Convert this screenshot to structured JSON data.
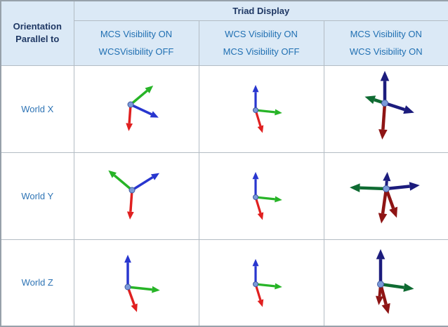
{
  "header": {
    "corner_line1": "Orientation",
    "corner_line2": "Parallel to",
    "group": "Triad Display",
    "columns": [
      {
        "line1": "MCS Visibility ON",
        "line2": "WCSVisibility OFF"
      },
      {
        "line1": "WCS Visibility ON",
        "line2": "MCS Visibility OFF"
      },
      {
        "line1": "MCS Visibility ON",
        "line2": "WCS Visibility ON"
      }
    ]
  },
  "rows": [
    {
      "label": "World X",
      "triads": [
        "mcs_x",
        "wcs",
        "both_x"
      ]
    },
    {
      "label": "World Y",
      "triads": [
        "mcs_y",
        "wcs",
        "both_y"
      ]
    },
    {
      "label": "World Z",
      "triads": [
        "mcs_z",
        "wcs",
        "both_z"
      ]
    }
  ],
  "colors": {
    "red": "#e02020",
    "green": "#27b427",
    "blue": "#2836cf",
    "dark_red": "#8e1414",
    "dark_green": "#0f6b32",
    "navy": "#1c1c7d",
    "dot_fill": "#7a9ad9",
    "dot_stroke": "#41589e",
    "header_bg": "#dbe9f6",
    "header_text": "#1f3864",
    "label_text": "#2e74b5",
    "grid_border": "#b3bcc4",
    "outer_border": "#97a1aa"
  },
  "triads": {
    "mcs_x": {
      "ox": 62,
      "oy": 52,
      "dot": 4,
      "arrows": [
        {
          "angle": 40,
          "len": 42,
          "color": "green",
          "w": 3.5
        },
        {
          "angle": -25,
          "len": 44,
          "color": "blue",
          "w": 3.5
        },
        {
          "angle": 266,
          "len": 38,
          "color": "red",
          "w": 3.5
        }
      ]
    },
    "wcs": {
      "ox": 62,
      "oy": 60,
      "dot": 3.5,
      "arrows": [
        {
          "angle": 90,
          "len": 36,
          "color": "blue",
          "w": 3.2
        },
        {
          "angle": -6,
          "len": 38,
          "color": "green",
          "w": 3.2
        },
        {
          "angle": 287,
          "len": 34,
          "color": "red",
          "w": 3.2
        }
      ]
    },
    "mcs_y": {
      "ox": 64,
      "oy": 50,
      "dot": 4,
      "arrows": [
        {
          "angle": 140,
          "len": 44,
          "color": "green",
          "w": 3.5
        },
        {
          "angle": 32,
          "len": 46,
          "color": "blue",
          "w": 3.5
        },
        {
          "angle": 266,
          "len": 42,
          "color": "red",
          "w": 3.5
        }
      ]
    },
    "mcs_z": {
      "ox": 58,
      "oy": 64,
      "dot": 4,
      "arrows": [
        {
          "angle": 90,
          "len": 46,
          "color": "blue",
          "w": 3.5
        },
        {
          "angle": -6,
          "len": 46,
          "color": "green",
          "w": 3.5
        },
        {
          "angle": 290,
          "len": 38,
          "color": "red",
          "w": 3.5
        }
      ]
    },
    "both_x": {
      "ox": 68,
      "oy": 50,
      "dot": 4.5,
      "arrows": [
        {
          "angle": 90,
          "len": 46,
          "color": "navy",
          "w": 4.5
        },
        {
          "angle": -18,
          "len": 44,
          "color": "navy",
          "w": 4.5
        },
        {
          "angle": 162,
          "len": 30,
          "color": "dark_green",
          "w": 4.5
        },
        {
          "angle": 266,
          "len": 52,
          "color": "dark_red",
          "w": 4.5
        }
      ]
    },
    "both_y": {
      "ox": 70,
      "oy": 48,
      "dot": 4.5,
      "arrows": [
        {
          "angle": 178,
          "len": 52,
          "color": "dark_green",
          "w": 4.5
        },
        {
          "angle": 6,
          "len": 48,
          "color": "navy",
          "w": 4.5
        },
        {
          "angle": 86,
          "len": 24,
          "color": "navy",
          "w": 4
        },
        {
          "angle": 262,
          "len": 50,
          "color": "dark_red",
          "w": 4.5
        },
        {
          "angle": 290,
          "len": 44,
          "color": "dark_red",
          "w": 4.5
        }
      ]
    },
    "both_z": {
      "ox": 62,
      "oy": 60,
      "dot": 4.5,
      "arrows": [
        {
          "angle": 90,
          "len": 50,
          "color": "navy",
          "w": 4.5
        },
        {
          "angle": -8,
          "len": 48,
          "color": "dark_green",
          "w": 4.5
        },
        {
          "angle": 285,
          "len": 44,
          "color": "dark_red",
          "w": 4.5
        },
        {
          "angle": 265,
          "len": 30,
          "color": "dark_red",
          "w": 4
        }
      ]
    }
  }
}
